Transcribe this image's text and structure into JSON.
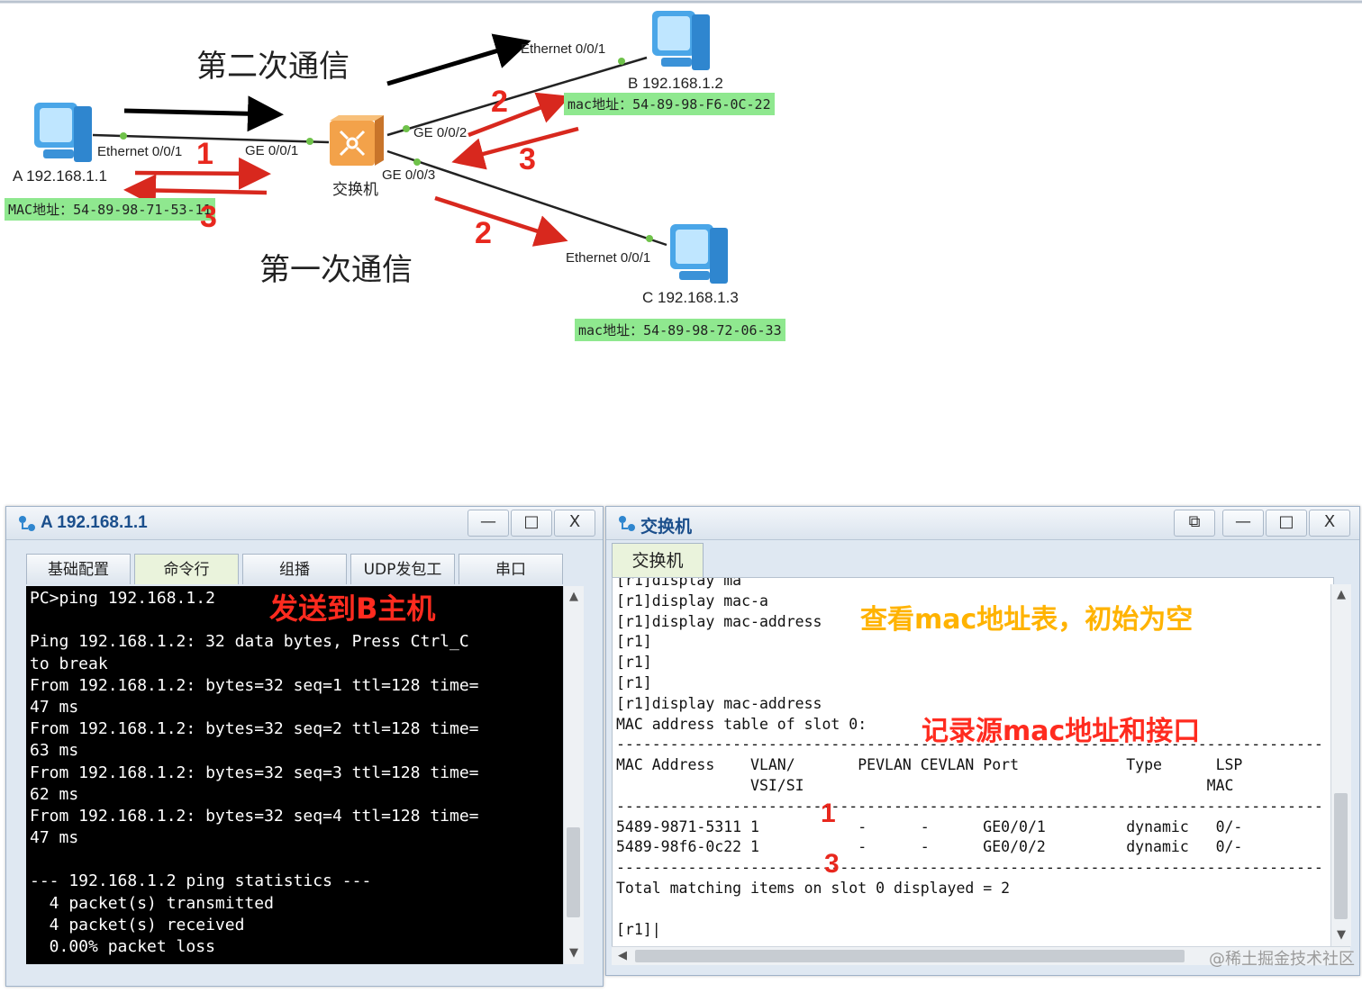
{
  "topology": {
    "title_second": "第二次通信",
    "title_first": "第一次通信",
    "switch_label": "交换机",
    "host_a": {
      "ip": "A 192.168.1.1",
      "mac": "MAC地址：54-89-98-71-53-11",
      "port": "Ethernet 0/0/1"
    },
    "host_b": {
      "ip": "B  192.168.1.2",
      "mac": "mac地址：54-89-98-F6-0C-22",
      "port": "Ethernet 0/0/1"
    },
    "host_c": {
      "ip": "C  192.168.1.3",
      "mac": "mac地址：54-89-98-72-06-33",
      "port": "Ethernet 0/0/1"
    },
    "switch_ports": {
      "ge1": "GE 0/0/1",
      "ge2": "GE 0/0/2",
      "ge3": "GE 0/0/3"
    },
    "steps": {
      "s1": "1",
      "s2a": "2",
      "s2b": "2",
      "s3a": "3",
      "s3b": "3"
    },
    "colors": {
      "arrow_red": "#d8281e",
      "arrow_black": "#000000",
      "mac_green": "#8fe88f",
      "link": "#222222",
      "port_dot": "#6fc24a"
    }
  },
  "window_a": {
    "title": "A 192.168.1.1",
    "buttons": {
      "minimize": "—",
      "maximize": "□",
      "close": "X"
    },
    "tabs": [
      "基础配置",
      "命令行",
      "组播",
      "UDP发包工具",
      "串口"
    ],
    "overlay": "发送到B主机",
    "console": [
      "PC>ping 192.168.1.2",
      "",
      "Ping 192.168.1.2: 32 data bytes, Press Ctrl_C",
      "to break",
      "From 192.168.1.2: bytes=32 seq=1 ttl=128 time=",
      "47 ms",
      "From 192.168.1.2: bytes=32 seq=2 ttl=128 time=",
      "63 ms",
      "From 192.168.1.2: bytes=32 seq=3 ttl=128 time=",
      "62 ms",
      "From 192.168.1.2: bytes=32 seq=4 ttl=128 time=",
      "47 ms",
      "",
      "--- 192.168.1.2 ping statistics ---",
      "  4 packet(s) transmitted",
      "  4 packet(s) received",
      "  0.00% packet loss"
    ]
  },
  "window_switch": {
    "title": "交换机",
    "buttons": {
      "restore": "⧉",
      "minimize": "—",
      "maximize": "□",
      "close": "X"
    },
    "tab": "交换机",
    "overlay_top": "查看mac地址表，初始为空",
    "overlay_mid": "记录源mac地址和接口",
    "step1": "1",
    "step3": "3",
    "terminal": [
      "[r1]display ma",
      "[r1]display mac-a",
      "[r1]display mac-address",
      "[r1]",
      "[r1]",
      "[r1]",
      "[r1]display mac-address",
      "MAC address table of slot 0:",
      "-------------------------------------------------------------------------------",
      "MAC Address    VLAN/       PEVLAN CEVLAN Port            Type      LSP",
      "               VSI/SI                                             MAC",
      "-------------------------------------------------------------------------------",
      "5489-9871-5311 1           -      -      GE0/0/1         dynamic   0/-",
      "5489-98f6-0c22 1           -      -      GE0/0/2         dynamic   0/-",
      "-------------------------------------------------------------------------------",
      "Total matching items on slot 0 displayed = 2",
      "",
      "[r1]|"
    ]
  },
  "watermark": "@稀土掘金技术社区"
}
